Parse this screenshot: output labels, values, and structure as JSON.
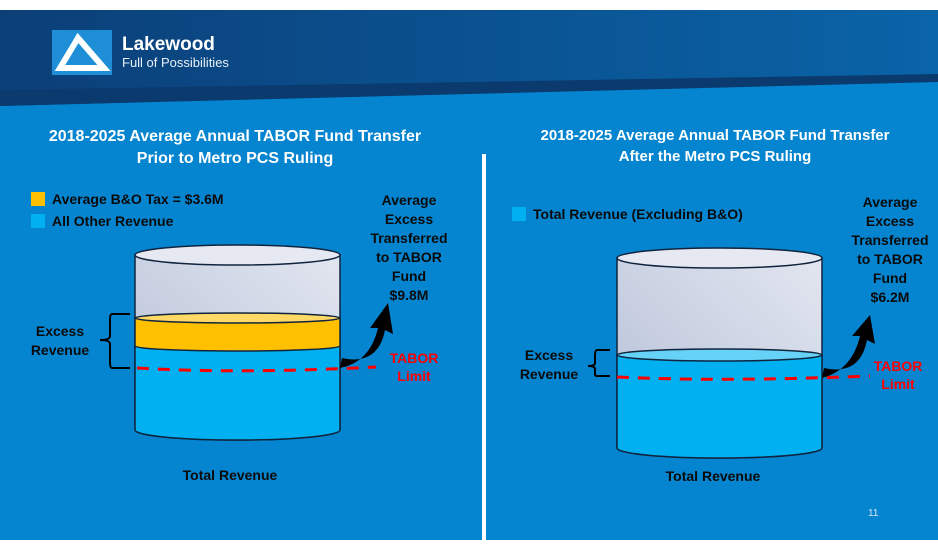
{
  "header": {
    "logo_name": "Lakewood",
    "logo_tagline": "Full of Possibilities"
  },
  "left": {
    "title_line1": "2018-2025 Average Annual TABOR Fund Transfer",
    "title_line2": "Prior to Metro PCS Ruling",
    "legend": [
      {
        "label": "Average B&O Tax = $3.6M",
        "color": "#ffc000"
      },
      {
        "label": "All Other Revenue",
        "color": "#00b0f0"
      }
    ],
    "excess_label": [
      "Excess",
      "Revenue"
    ],
    "transfer_label": [
      "Average",
      "Excess",
      "Transferred",
      "to TABOR",
      "Fund",
      "$9.8M"
    ],
    "limit_label": [
      "TABOR",
      "Limit"
    ],
    "axis_label": "Total Revenue"
  },
  "right": {
    "title_line1": "2018-2025 Average Annual TABOR Fund Transfer",
    "title_line2": "After the Metro PCS Ruling",
    "legend": [
      {
        "label": "Total Revenue (Excluding B&O)",
        "color": "#00b0f0"
      }
    ],
    "excess_label": [
      "Excess",
      "Revenue"
    ],
    "transfer_label": [
      "Average",
      "Excess",
      "Transferred",
      "to TABOR",
      "Fund",
      "$6.2M"
    ],
    "limit_label": [
      "TABOR",
      "Limit"
    ],
    "axis_label": "Total Revenue"
  },
  "page_number": "11"
}
